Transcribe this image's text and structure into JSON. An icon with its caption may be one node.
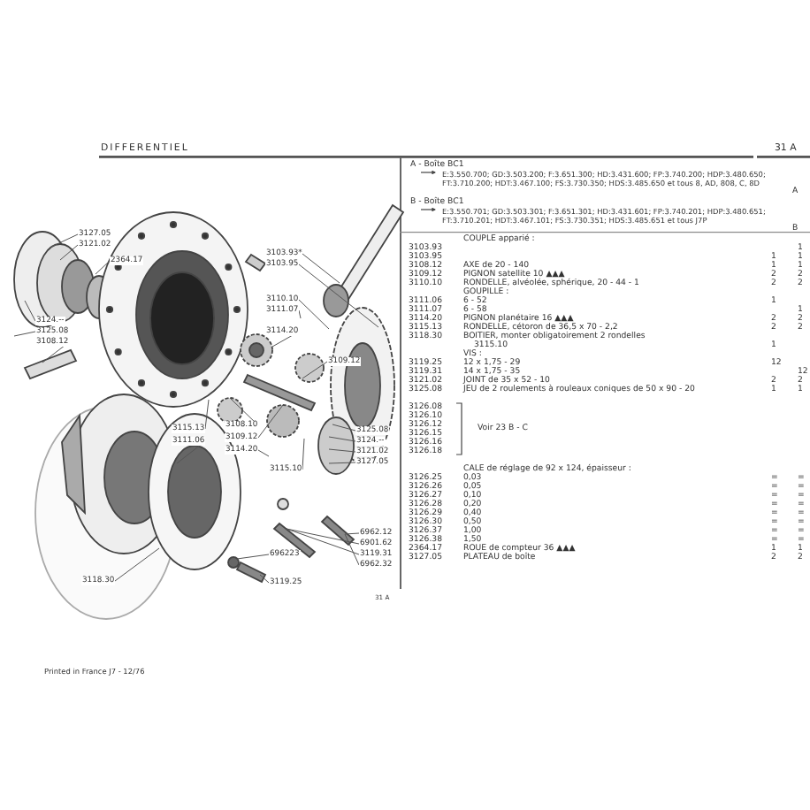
{
  "diagram": {
    "nodes": [
      {
        "text": [
          "3127.05"
        ]
      },
      {
        "text": [
          "3121.02"
        ]
      },
      {
        "text": [
          "2364.17"
        ]
      },
      {
        "text": [
          "3124.--"
        ]
      },
      {
        "text": [
          "3125.08"
        ]
      },
      {
        "text": [
          "3108.12"
        ]
      },
      {
        "text": [
          "3103.93*"
        ]
      },
      {
        "text": [
          "3103.95"
        ]
      },
      {
        "text": [
          "3110.10"
        ]
      },
      {
        "text": [
          "3111.07"
        ]
      },
      {
        "text": [
          "3114.20"
        ]
      },
      {
        "text": [
          "3109.12"
        ]
      },
      {
        "text": [
          "3115.13"
        ]
      },
      {
        "text": [
          "3111.06"
        ]
      },
      {
        "text": [
          "3108.10"
        ]
      },
      {
        "text": [
          "3109.12"
        ]
      },
      {
        "text": [
          "3114.20"
        ]
      },
      {
        "text": [
          "3115.10"
        ]
      },
      {
        "text": [
          "3118.30"
        ]
      },
      {
        "text": [
          "696223"
        ]
      },
      {
        "text": [
          "3119.25"
        ]
      },
      {
        "text": [
          "3125.08"
        ]
      },
      {
        "text": [
          "3124.--"
        ]
      },
      {
        "text": [
          "3121.02"
        ]
      },
      {
        "text": [
          "3127.05"
        ]
      },
      {
        "text": [
          "6962.12"
        ]
      },
      {
        "text": [
          "6901.62"
        ]
      },
      {
        "text": [
          "3119.31"
        ]
      },
      {
        "text": [
          "6962.32"
        ]
      },
      {
        "text": [],
        "shape": "picture"
      },
      {
        "text": [],
        "shape": "picture"
      },
      {
        "text": [],
        "shape": "circle"
      },
      {
        "text": [],
        "shape": "picture"
      }
    ],
    "edges": [
      {
        "from": 0,
        "to": null,
        "arrow": "none"
      },
      {
        "from": 1,
        "to": null,
        "arrow": "none"
      },
      {
        "from": 2,
        "to": null,
        "arrow": "none"
      },
      {
        "from": 3,
        "to": null,
        "arrow": "none"
      },
      {
        "from": 4,
        "to": null,
        "arrow": "none"
      },
      {
        "from": 5,
        "to": null,
        "arrow": "none"
      },
      {
        "from": 6,
        "to": null,
        "arrow": "none"
      },
      {
        "from": 7,
        "to": null,
        "arrow": "none"
      },
      {
        "from": 8,
        "to": null,
        "arrow": "none"
      },
      {
        "from": 9,
        "to": null,
        "arrow": "none"
      },
      {
        "from": 10,
        "to": null,
        "arrow": "none"
      },
      {
        "from": 11,
        "to": null,
        "arrow": "none"
      },
      {
        "from": 12,
        "to": null,
        "arrow": "none"
      },
      {
        "from": 13,
        "to": null,
        "arrow": "none"
      },
      {
        "from": 14,
        "to": null,
        "arrow": "none"
      },
      {
        "from": 15,
        "to": null,
        "arrow": "none"
      },
      {
        "from": 16,
        "to": null,
        "arrow": "none"
      },
      {
        "from": 17,
        "to": null,
        "arrow": "none"
      },
      {
        "from": 18,
        "to": null,
        "arrow": "none"
      },
      {
        "from": 19,
        "to": 31,
        "arrow": "none"
      },
      {
        "from": 20,
        "to": 32,
        "arrow": "none"
      },
      {
        "from": 21,
        "to": null,
        "arrow": "none"
      },
      {
        "from": 22,
        "to": null,
        "arrow": "none"
      },
      {
        "from": 23,
        "to": null,
        "arrow": "none"
      },
      {
        "from": 24,
        "to": null,
        "arrow": "none"
      },
      {
        "from": 25,
        "to": 30,
        "arrow": "none"
      },
      {
        "from": 26,
        "to": 29,
        "arrow": "none"
      },
      {
        "from": 27,
        "to": 29,
        "arrow": "none"
      },
      {
        "from": 28,
        "to": 30,
        "arrow": "none"
      }
    ],
    "labels": [
      "DIFFERENTIEL",
      "31 A",
      "A - Boîte BC1",
      "E:3.550.700; GD:3.503.200; F:3.651.300; HD:3.431.600; FP:3.740.200; HDP:3.480.650; FT:3.710.200; HDT:3.467.100; FS:3.730.350; HDS:3.485.650 et tous 8, AD, 808, C, 8D",
      "A",
      "B - Boîte BC1",
      "E:3.550.701; GD:3.503.301; F:3.651.301; HD:3.431.601; FP:3.740.201; HDP:3.480.651; FT:3.710.201; HDT:3.467.101; FS:3.730.351; HDS:3.485.651 et tous J7P",
      "B",
      "COUPLE apparié :",
      "3103.93",
      "1",
      "3103.95",
      "1",
      "1",
      "3108.12",
      "AXE de 20 - 140",
      "1",
      "1",
      "3109.12",
      "PIGNON satellite 10 ▲▲▲",
      "2",
      "2",
      "3110.10",
      "RONDELLE, alvéolée, sphérique, 20 - 44 - 1",
      "2",
      "2",
      "GOUPILLE :",
      "3111.06",
      "6 - 52",
      "1",
      "3111.07",
      "6 - 58",
      "1",
      "3114.20",
      "PIGNON planétaire 16 ▲▲▲",
      "2",
      "2",
      "3115.13",
      "RONDELLE, cétoron de 36,5 x 70 - 2,2",
      "2",
      "2",
      "3118.30",
      "BOITIER, monter obligatoirement 2 rondelles",
      "3115.10",
      "1",
      "VIS :",
      "3119.25",
      "12 x 1,75 - 29",
      "12",
      "3119.31",
      "14 x 1,75 - 35",
      "12",
      "3121.02",
      "JOINT de 35 x 52 - 10",
      "2",
      "2",
      "3125.08",
      "JEU de 2 roulements à rouleaux coniques de 50 x 90 - 20",
      "1",
      "1",
      "3126.08",
      "3126.10",
      "3126.12",
      "3126.15",
      "3126.16",
      "3126.18",
      "Voir 23 B - C",
      "CALE de réglage de 92 x 124, épaisseur :",
      "3126.25",
      "0,03",
      "=",
      "=",
      "3126.26",
      "0,05",
      "=",
      "=",
      "3126.27",
      "0,10",
      "=",
      "=",
      "3126.28",
      "0,20",
      "=",
      "=",
      "3126.29",
      "0,40",
      "=",
      "=",
      "3126.30",
      "0,50",
      "=",
      "=",
      "3126.37",
      "1,00",
      "=",
      "=",
      "3126.38",
      "1,50",
      "=",
      "=",
      "2364.17",
      "ROUE de compteur 36 ▲▲▲",
      "1",
      "1",
      "3127.05",
      "PLATEAU de boîte",
      "2",
      "2",
      "31 A",
      "Printed in France J7 - 12/76"
    ]
  }
}
